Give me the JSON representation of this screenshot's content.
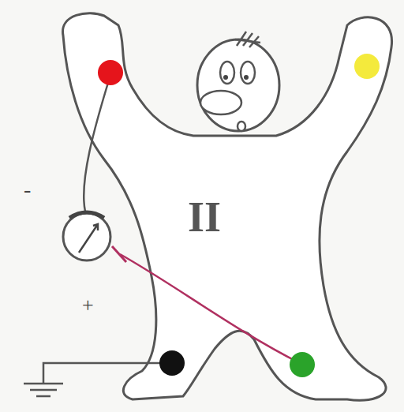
{
  "diagram": {
    "labels": [
      "-",
      "II",
      "+"
    ]
  }
}
